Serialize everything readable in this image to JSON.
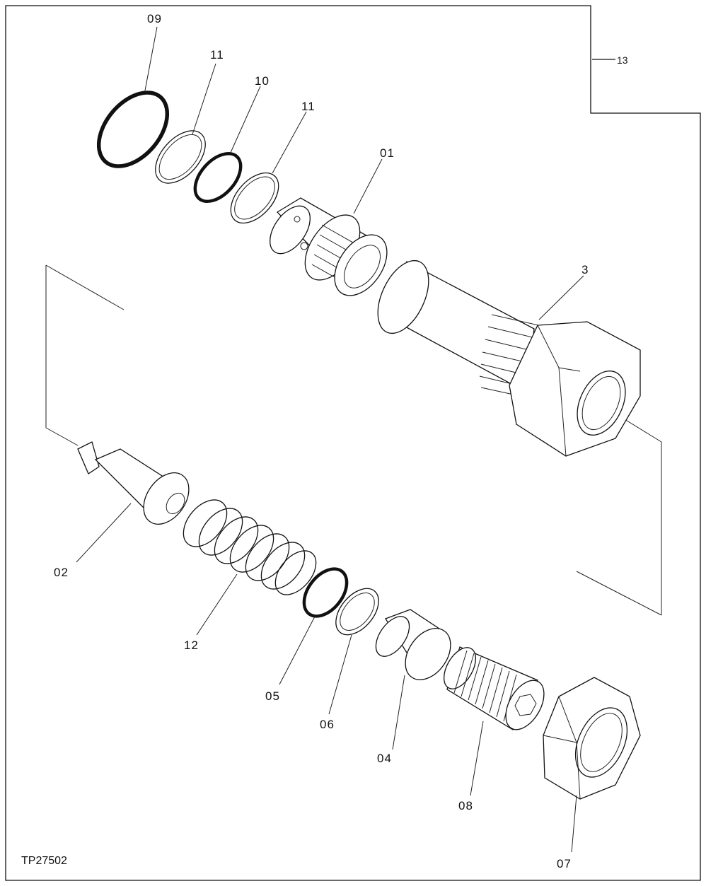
{
  "drawing_id": "TP27502",
  "callouts": {
    "c01": "01",
    "c02": "02",
    "c03": "3",
    "c04": "04",
    "c05": "05",
    "c06": "06",
    "c07": "07",
    "c08": "08",
    "c09": "09",
    "c10": "10",
    "c11a": "11",
    "c11b": "11",
    "c12": "12",
    "c13": "13"
  }
}
